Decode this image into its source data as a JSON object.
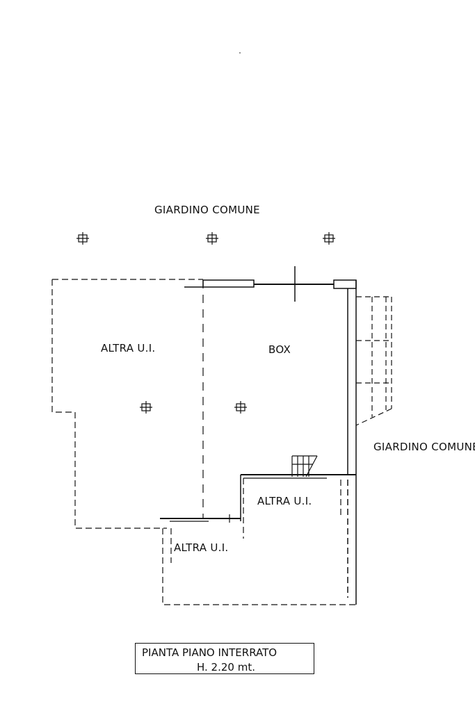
{
  "labels": {
    "garden_top": "GIARDINO COMUNE",
    "garden_right": "GIARDINO COMUNE",
    "unit_left": "ALTRA U.I.",
    "box": "BOX",
    "unit_center": "ALTRA U.I.",
    "unit_bottom": "ALTRA U.I."
  },
  "title_block": {
    "line1": "PIANTA PIANO INTERRATO",
    "line2": "H. 2.20 mt."
  },
  "colors": {
    "ink": "#111111",
    "background": "#ffffff"
  }
}
